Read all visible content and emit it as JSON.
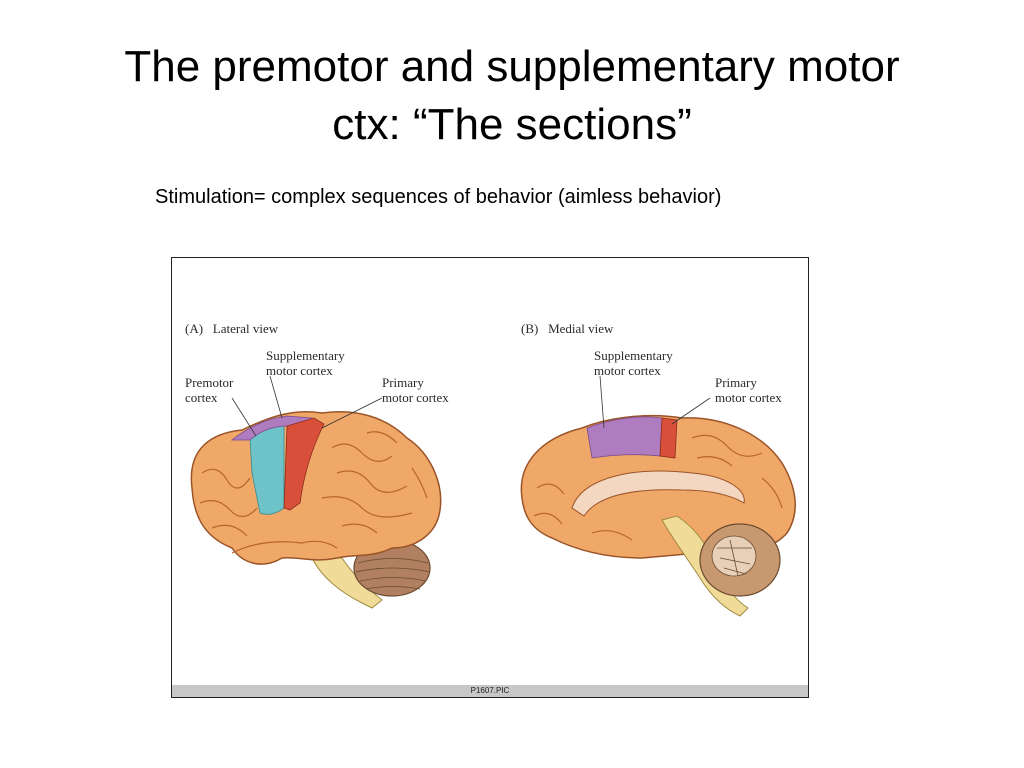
{
  "slide": {
    "title_line1": "The premotor and supplementary motor",
    "title_line2": "ctx: “The sections”",
    "subtitle": "Stimulation= complex sequences of behavior (aimless behavior)"
  },
  "figure": {
    "panel_a": {
      "heading": "(A)   Lateral view",
      "premotor_label": "Premotor\ncortex",
      "supplementary_label": "Supplementary\nmotor cortex",
      "primary_label": "Primary\nmotor cortex"
    },
    "panel_b": {
      "heading": "(B)   Medial view",
      "supplementary_label": "Supplementary\nmotor cortex",
      "primary_label": "Primary\nmotor cortex"
    },
    "footer": "P1607.PIC"
  },
  "colors": {
    "cortex": "#f0a868",
    "sulcus": "#b8642e",
    "premotor": "#6ec3c9",
    "supplementary": "#b07cc0",
    "primary": "#d9503a",
    "cerebellum": "#b08060",
    "brainstem": "#f0dc98"
  }
}
